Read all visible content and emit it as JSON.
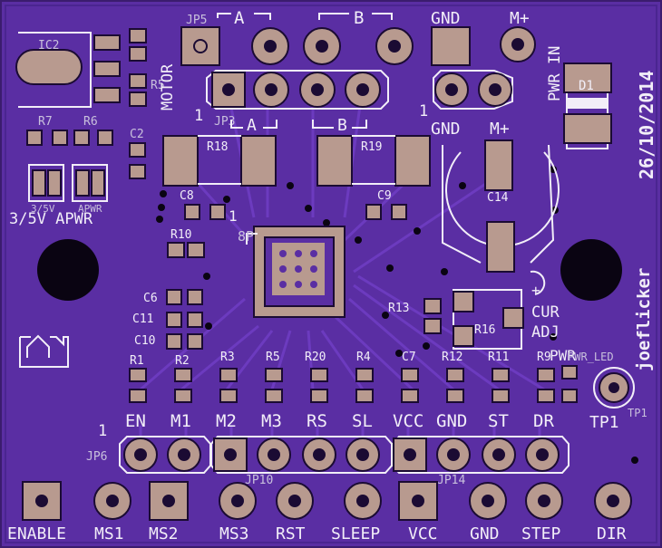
{
  "board": {
    "date": "26/10/2014",
    "author": "joeflicker",
    "colors": {
      "board": "#5a2ea3",
      "edge": "#3b1c6e",
      "pad": "#b89a8f",
      "silk": "#f2eef8"
    }
  },
  "motor_section": {
    "motor_label": "MOTOR",
    "header_top": {
      "ref": "JP5",
      "a": "A",
      "b": "B"
    },
    "header_mid": {
      "pin1": "1",
      "ref": "JP3",
      "a": "A",
      "b": "B"
    },
    "ic_label": "IC2",
    "pads_r": "R5"
  },
  "power_section": {
    "top": {
      "gnd": "GND",
      "mplus": "M+"
    },
    "pwr_in": "PWR IN",
    "mid": {
      "pin1": "1",
      "gnd": "GND",
      "mplus": "M+"
    },
    "diode": "D1",
    "cap": "C14",
    "cur_adj": [
      "CUR",
      "ADJ"
    ]
  },
  "left_section": {
    "r7": "R7",
    "r6": "R6",
    "c2": "C2",
    "jumpers": {
      "a": "3/5V",
      "b": "APWR"
    },
    "select_label": "3/5V APWR",
    "r10": "R10",
    "c6": "C6",
    "c11": "C11",
    "c10": "C10"
  },
  "center": {
    "r18": "R18",
    "r19": "R19",
    "c8": "C8",
    "c9": "C9",
    "pin1": "1",
    "chip_mark": "8P",
    "r13": "R13",
    "r16": "R16"
  },
  "resistor_row": [
    "R1",
    "R2",
    "R3",
    "R5",
    "R20",
    "R4",
    "C7",
    "R12",
    "R11",
    "R9"
  ],
  "pwr_led": {
    "label": "PWR",
    "ref": "PWR_LED"
  },
  "tp": {
    "label": "TP1",
    "ref": "TP1"
  },
  "signal_labels": [
    "EN",
    "M1",
    "M2",
    "M3",
    "RS",
    "SL",
    "VCC",
    "GND",
    "ST",
    "DR"
  ],
  "bottom_header": {
    "pin1": "1",
    "refs": [
      "JP6",
      "JP10",
      "JP14"
    ]
  },
  "bottom_labels": [
    "ENABLE",
    "MS1",
    "MS2",
    "MS3",
    "RST",
    "SLEEP",
    "VCC",
    "GND",
    "STEP",
    "DIR"
  ]
}
